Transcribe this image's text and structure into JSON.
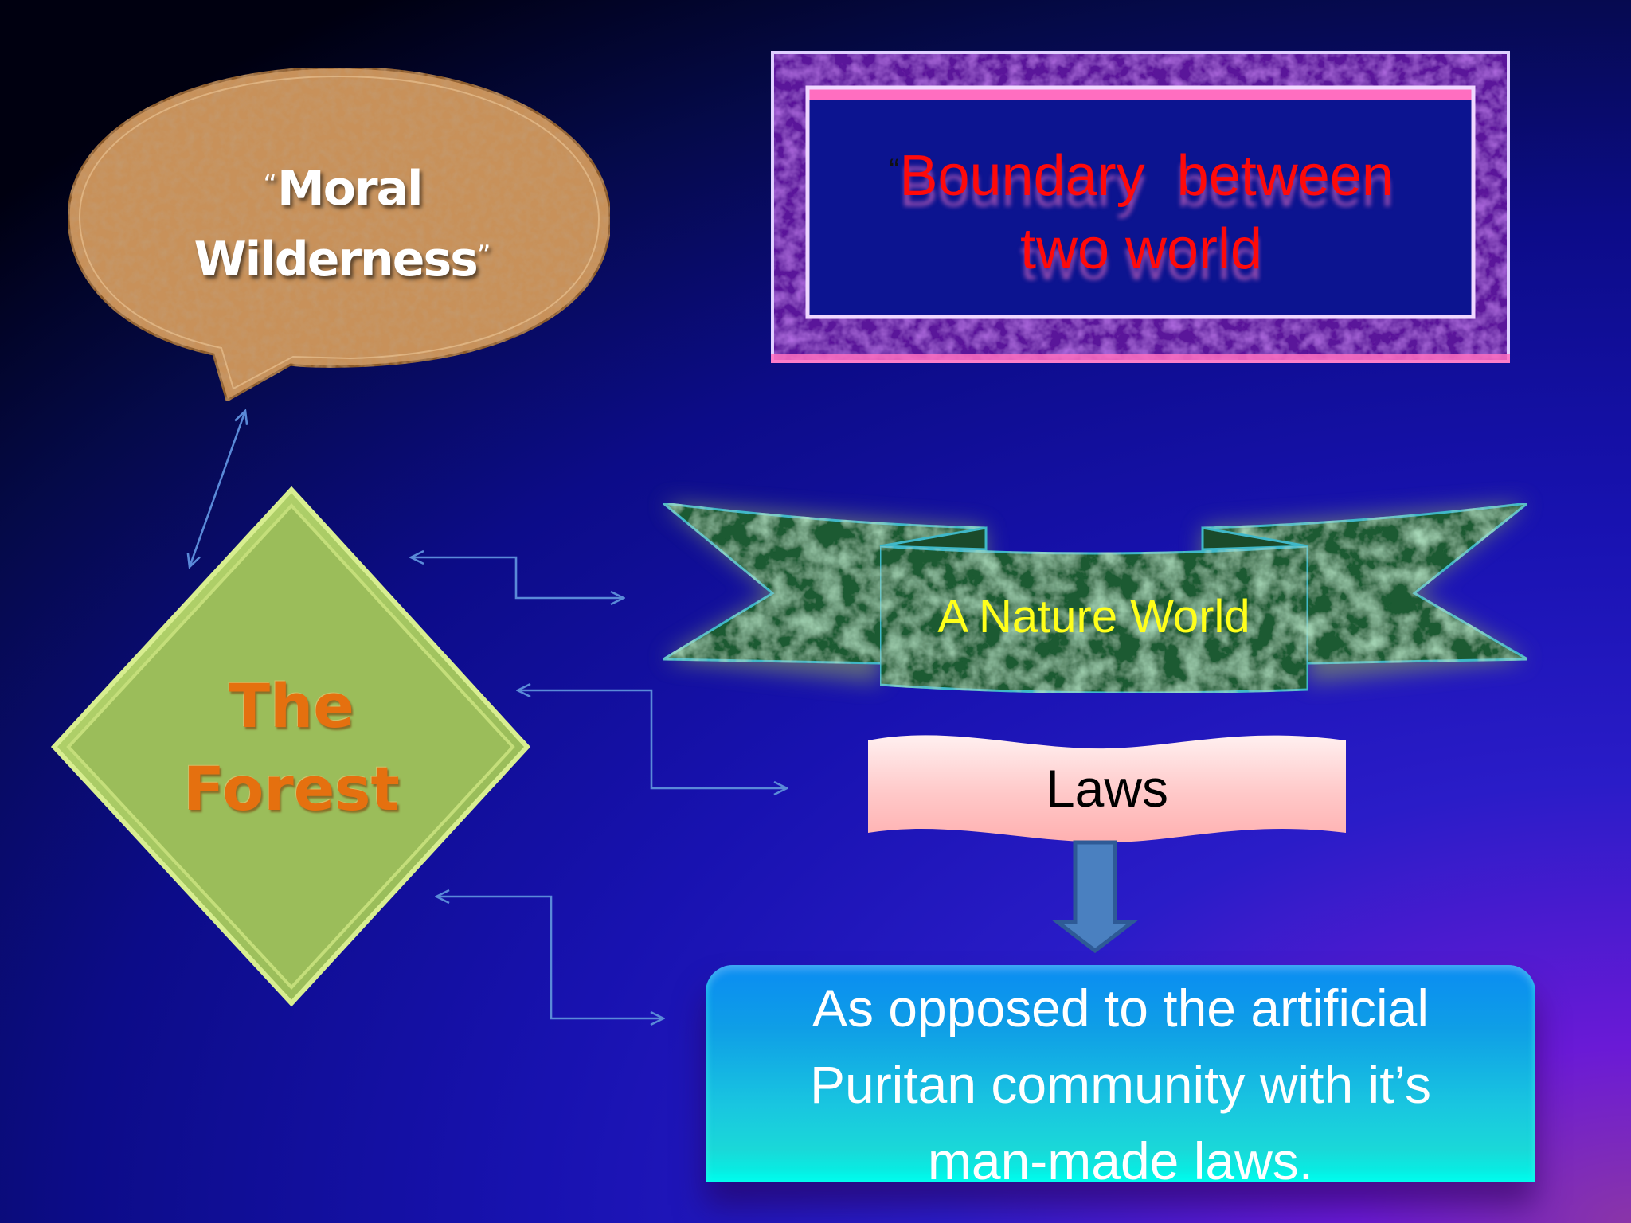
{
  "bubble": {
    "open_quote": "“",
    "line1": "Moral",
    "line2": "Wilderness",
    "close_quote": "”",
    "fill_color": "#c8915a"
  },
  "boundary_frame": {
    "open_quote": "“",
    "line1": "Boundary  between",
    "line2": "two world",
    "text_color": "#ff0a0a",
    "frame_color": "#6a1aa0",
    "accent_color": "#ff6ec0"
  },
  "forest_diamond": {
    "line1": "The",
    "line2": "Forest",
    "fill_color": "#9bbd5a",
    "text_color": "#e5700f"
  },
  "nature_banner": {
    "label": "A Nature World",
    "text_color": "#ffff1a",
    "fill_color": "#1f5a32",
    "outline_color": "#3fb8c8"
  },
  "laws_flag": {
    "label": "Laws",
    "fill_color": "#ffc4c4"
  },
  "result_box": {
    "line1": "As opposed to the artificial",
    "line2": "Puritan community with it’s",
    "line3": "man-made laws.",
    "fill_color": "#12b0e4"
  },
  "connectors": {
    "color": "#5a8ad8",
    "items": [
      {
        "from": "forest",
        "to": "moral-wilderness",
        "type": "double-arrow"
      },
      {
        "from": "forest",
        "to": "nature-world",
        "type": "elbow-double-arrow"
      },
      {
        "from": "forest",
        "to": "laws",
        "type": "elbow-double-arrow"
      },
      {
        "from": "forest",
        "to": "puritan-community",
        "type": "elbow-double-arrow"
      },
      {
        "from": "laws",
        "to": "puritan-community",
        "type": "block-down-arrow"
      }
    ]
  }
}
